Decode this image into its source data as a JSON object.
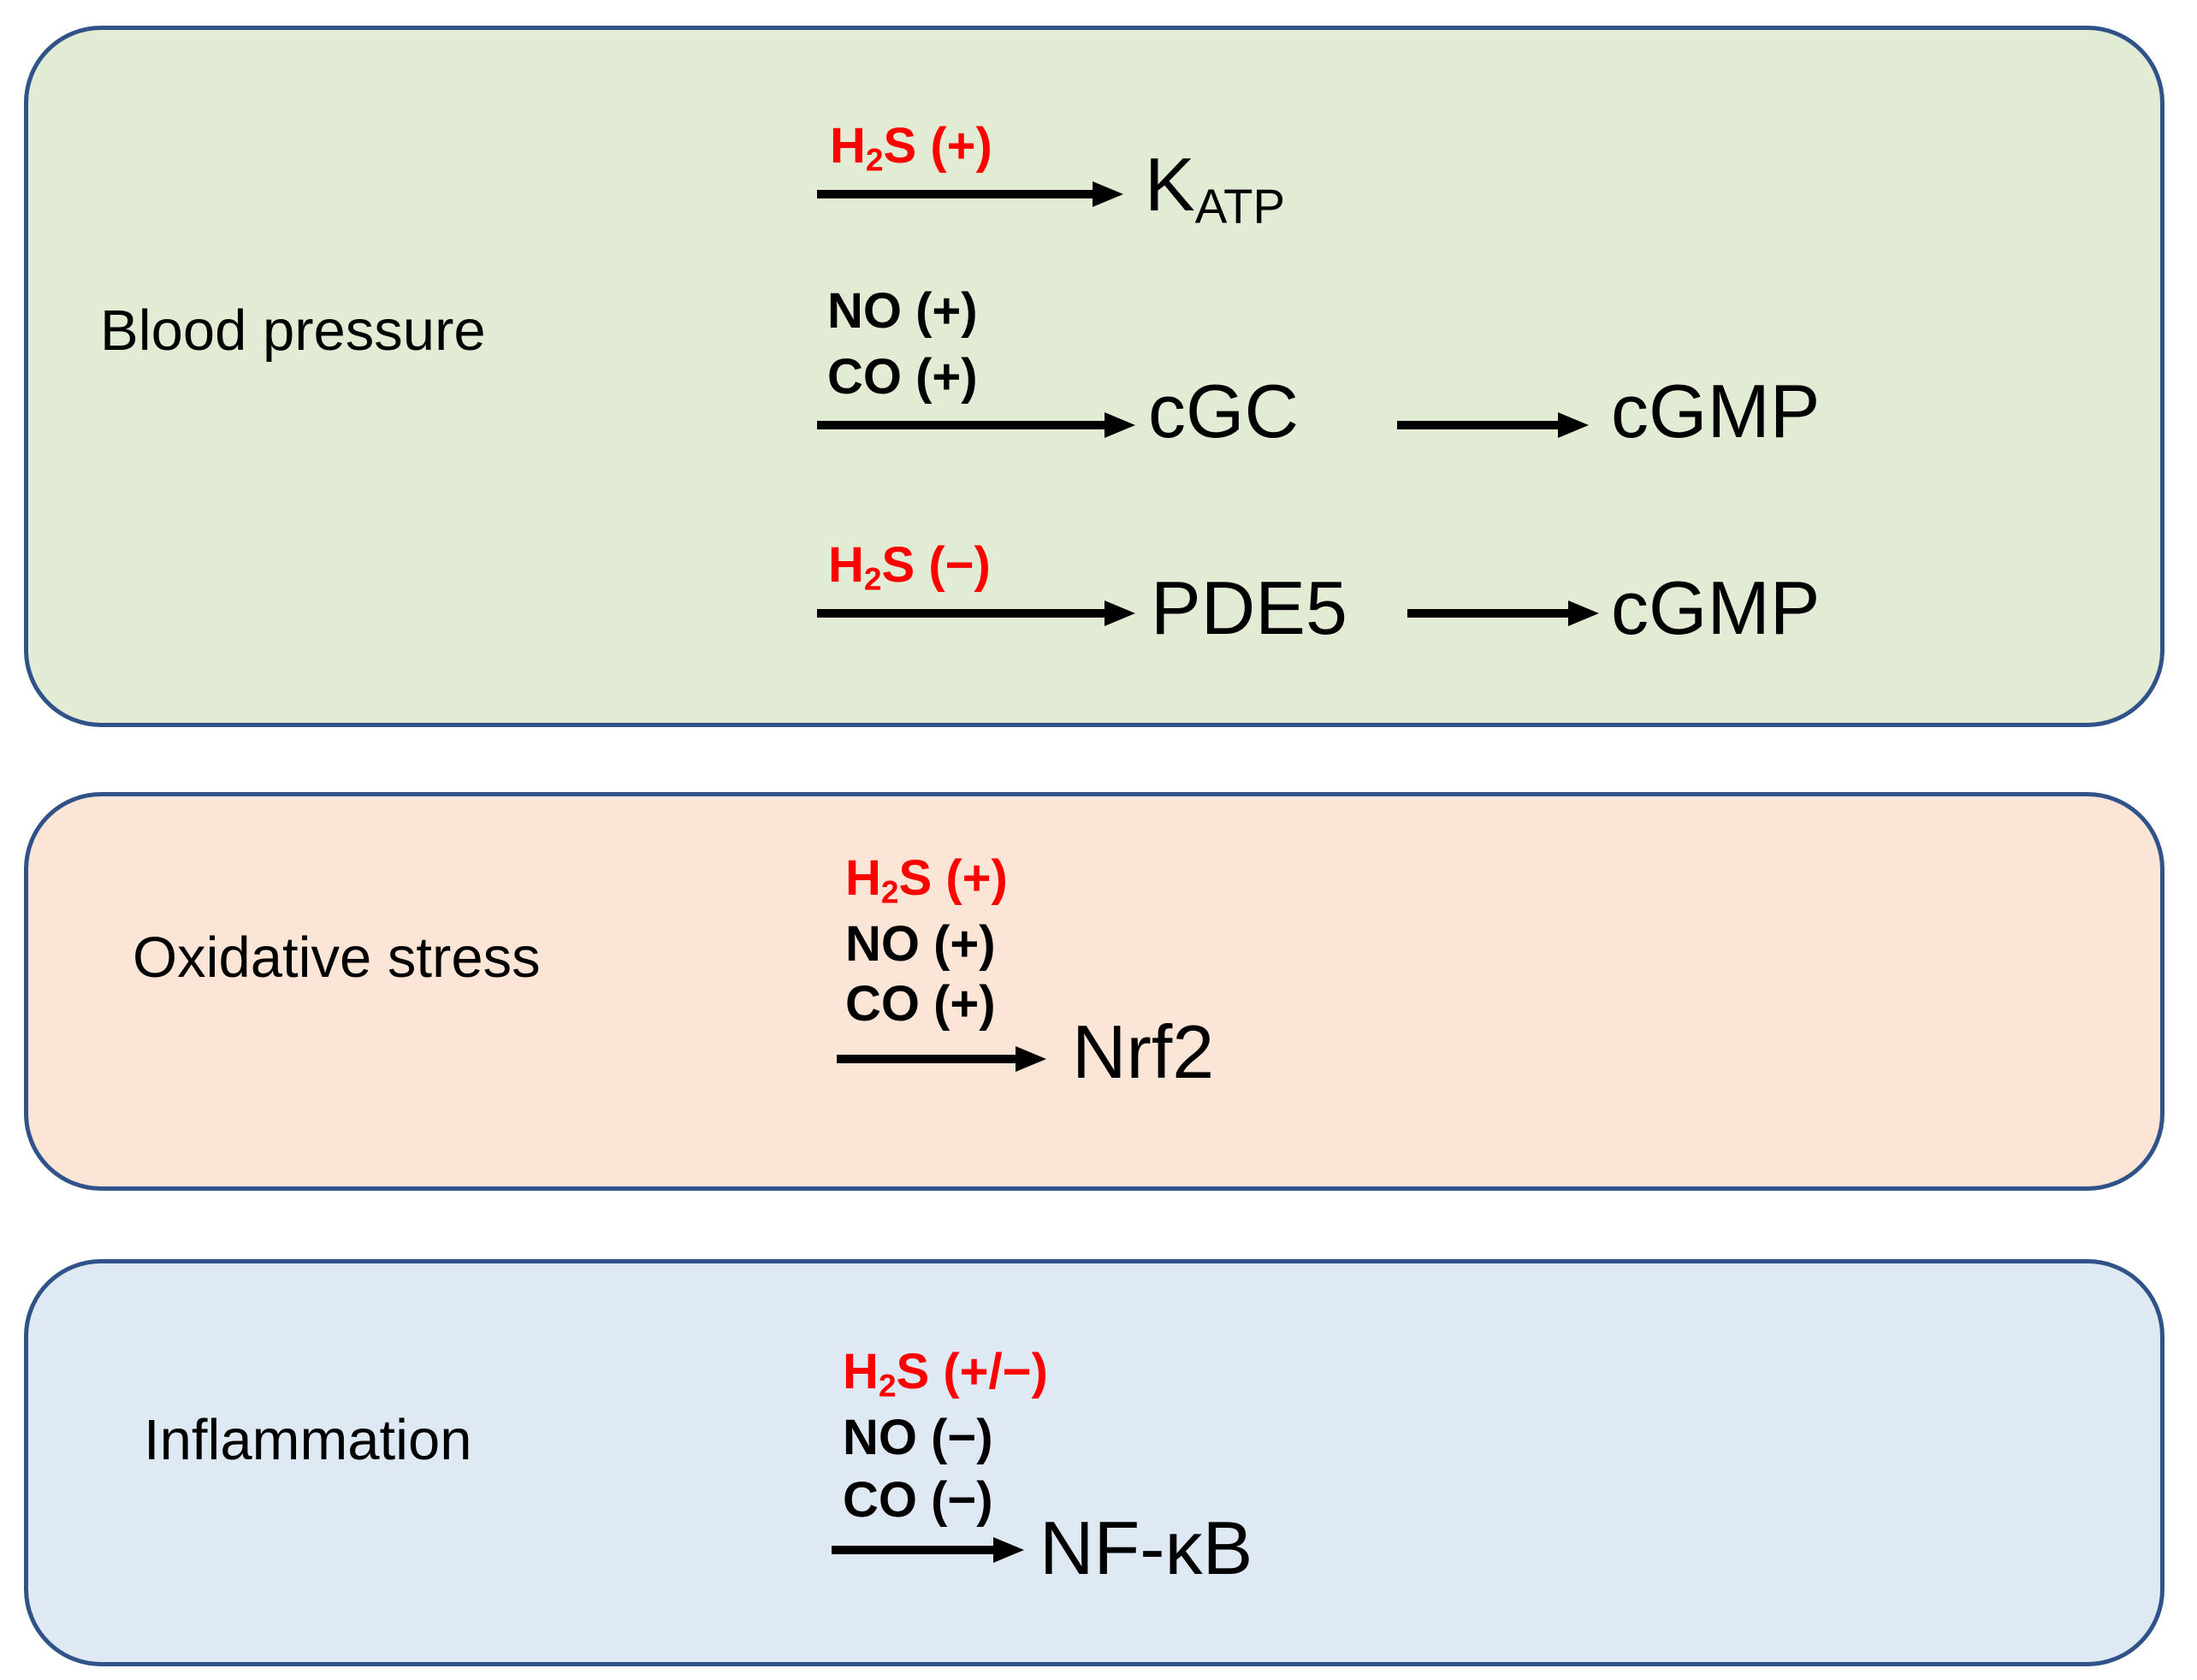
{
  "figure": {
    "type": "pathway-diagram",
    "colors": {
      "panel_border": "#2F5288",
      "blood_pressure_fill": "#E2ECD4",
      "oxidative_stress_fill": "#FBE5D6",
      "inflammation_fill": "#DEE9F4",
      "h2s_accent_red": "#FE0000",
      "arrow_black": "#000000"
    }
  },
  "bp": {
    "title": "Blood pressure",
    "r1_reagent": {
      "pre": "H",
      "sub": "2",
      "post": "S (+)"
    },
    "r1_product_main": "K",
    "r1_product_sub": "ATP",
    "r2_reagent1": "NO (+)",
    "r2_reagent2": "CO (+)",
    "r2_product": "cGC",
    "r2_product2": "cGMP",
    "r3_reagent": {
      "pre": "H",
      "sub": "2",
      "post": "S (−)"
    },
    "r3_product": "PDE5",
    "r3_product2": "cGMP"
  },
  "ox": {
    "title": "Oxidative stress",
    "reagent1": {
      "pre": "H",
      "sub": "2",
      "post": "S (+)"
    },
    "reagent2": "NO (+)",
    "reagent3": "CO (+)",
    "product": "Nrf2"
  },
  "inf": {
    "title": "Inflammation",
    "reagent1": {
      "pre": "H",
      "sub": "2",
      "post": "S (+/−)"
    },
    "reagent2": "NO (−)",
    "reagent3": "CO (−)",
    "product": "NF-κB"
  }
}
